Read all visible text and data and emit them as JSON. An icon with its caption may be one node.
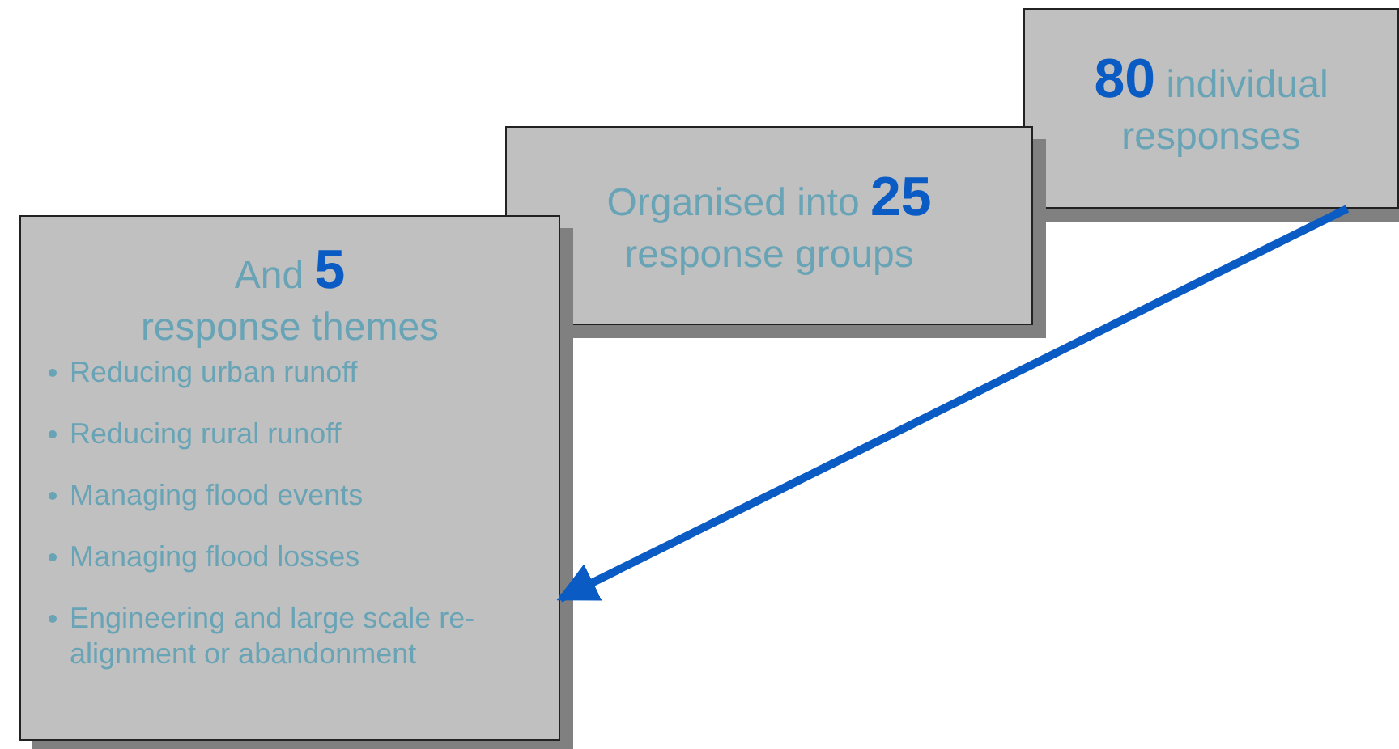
{
  "diagram": {
    "nodes": [
      {
        "text": [
          "**80** individual responses"
        ]
      },
      {
        "text": [
          "Organised into **25** response groups"
        ]
      },
      {
        "text": [
          "And **5** response themes",
          "Reducing urban runoff",
          "Reducing rural runoff",
          "Managing flood events",
          "Managing flood losses",
          "Engineering and large scale re-alignment or abandonment"
        ]
      }
    ],
    "edges": [
      {
        "from": 0,
        "to": 2,
        "arrow": "to"
      }
    ]
  }
}
